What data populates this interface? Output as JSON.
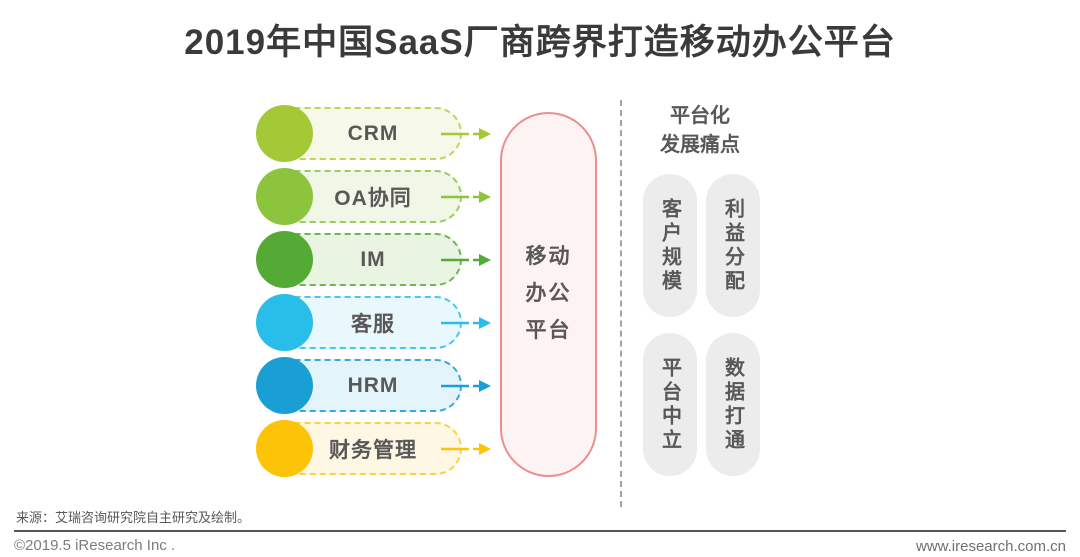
{
  "title": "2019年中国SaaS厂商跨界打造移动办公平台",
  "source_modules": [
    {
      "label": "CRM",
      "colors": {
        "circle": "#a5c936",
        "border": "#bdd65a",
        "bg": "#f6f9e9",
        "arrow": "#a5c936"
      }
    },
    {
      "label": "OA协同",
      "colors": {
        "circle": "#8cc43e",
        "border": "#9ccb5e",
        "bg": "#f0f7e6",
        "arrow": "#8cc43e"
      }
    },
    {
      "label": "IM",
      "colors": {
        "circle": "#55aa35",
        "border": "#6cb84e",
        "bg": "#eaf4e3",
        "arrow": "#55aa35"
      }
    },
    {
      "label": "客服",
      "colors": {
        "circle": "#29bde9",
        "border": "#4cc6ec",
        "bg": "#e9f8fd",
        "arrow": "#29bde9"
      }
    },
    {
      "label": "HRM",
      "colors": {
        "circle": "#1a9fd4",
        "border": "#35aadc",
        "bg": "#e4f4fb",
        "arrow": "#1a9fd4"
      }
    },
    {
      "label": "财务管理",
      "colors": {
        "circle": "#fcc307",
        "border": "#fdd13f",
        "bg": "#fdf7e3",
        "arrow": "#fcc307"
      }
    }
  ],
  "platform": {
    "label": "移动\n办公\n平台",
    "colors": {
      "border": "#e9908f",
      "bg": "#fdf3f3"
    }
  },
  "pain_points": {
    "heading": "平台化\n发展痛点",
    "items": [
      {
        "label": "客户规模"
      },
      {
        "label": "利益分配"
      },
      {
        "label": "平台中立"
      },
      {
        "label": "数据打通"
      }
    ]
  },
  "footer": {
    "source": "来源：艾瑞咨询研究院自主研究及绘制。",
    "copyright": "©2019.5 iResearch Inc .",
    "website": "www.iresearch.com.cn"
  }
}
